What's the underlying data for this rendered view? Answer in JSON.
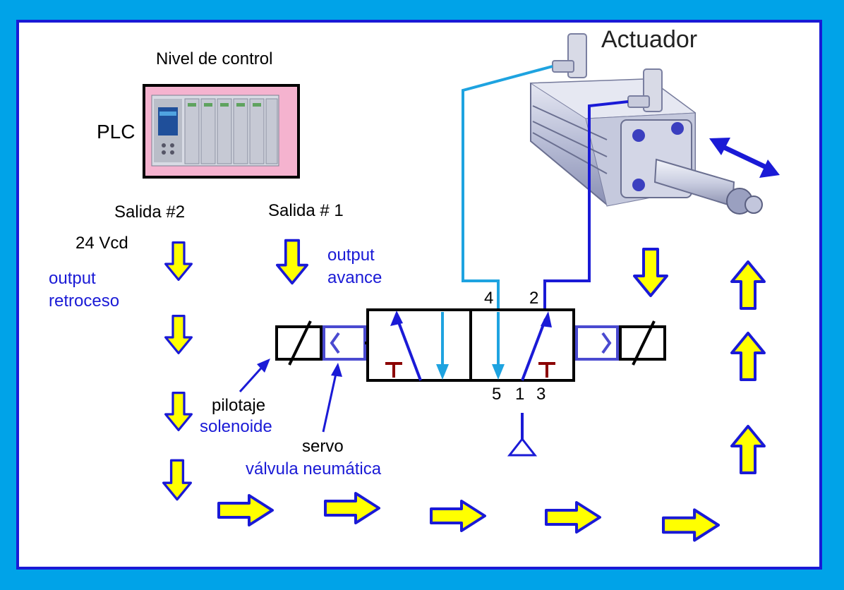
{
  "labels": {
    "nivel_control": "Nivel de control",
    "plc": "PLC",
    "actuador": "Actuador",
    "salida2": "Salida #2",
    "salida1": "Salida # 1",
    "vcd": "24 Vcd",
    "output_retroceso_1": "output",
    "output_retroceso_2": "retroceso",
    "output_avance_1": "output",
    "output_avance_2": "avance",
    "pilotaje": "pilotaje",
    "solenoide": "solenoide",
    "servo": "servo",
    "valvula": "válvula neumática",
    "port4": "4",
    "port2": "2",
    "port5": "5",
    "port1": "1",
    "port3": "3"
  },
  "colors": {
    "background": "#00a3e8",
    "panel": "#ffffff",
    "frame": "#1a1ad6",
    "arrow_fill": "#ffff00",
    "arrow_stroke": "#1a1ad6",
    "air_line": "#1ea3e0",
    "signal_text": "#1a1ad6",
    "plc_bg": "#f5b3cf",
    "exhaust_t": "#8b0000"
  },
  "icons": [
    "plc-module-icon",
    "pneumatic-cylinder-icon",
    "double-headed-arrow-icon",
    "exhaust-t-icon",
    "pressure-source-triangle-icon"
  ]
}
